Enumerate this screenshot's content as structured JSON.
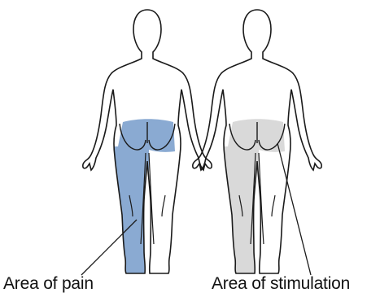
{
  "labels": {
    "pain": "Area of pain",
    "stimulation": "Area of stimulation"
  },
  "colors": {
    "pain_fill": "#8aaad2",
    "stimulation_fill": "#d9d9d9",
    "outline": "#1a1a1a",
    "background": "#ffffff"
  },
  "figures": [
    {
      "name": "pain-figure",
      "highlight": "pain_fill"
    },
    {
      "name": "stimulation-figure",
      "highlight": "stimulation_fill"
    }
  ]
}
